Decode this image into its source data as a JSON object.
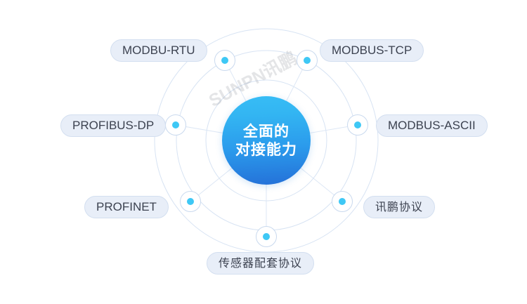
{
  "diagram": {
    "title": "全面的对接能力",
    "watermark": "SUNPN讯鹏",
    "hub": {
      "line1": "全面的",
      "line2": "对接能力",
      "color_top": "#37bdf6",
      "color_bottom": "#2470d8"
    },
    "colors": {
      "node_dot": "#3ec8f5",
      "node_border": "#c9d9ee",
      "ring": "#d7e3f3",
      "pill_bg": "#e8eef8",
      "pill_border": "#d3dff0",
      "pill_text": "#3c4250",
      "background": "#ffffff"
    },
    "protocols": [
      {
        "id": "modbu-rtu",
        "label": "MODBU-RTU",
        "script": "en"
      },
      {
        "id": "modbus-tcp",
        "label": "MODBUS-TCP",
        "script": "en"
      },
      {
        "id": "modbus-ascii",
        "label": "MODBUS-ASCII",
        "script": "en"
      },
      {
        "id": "xunpeng",
        "label": "讯鹏协议",
        "script": "cn"
      },
      {
        "id": "sensor",
        "label": "传感器配套协议",
        "script": "cn"
      },
      {
        "id": "profinet",
        "label": "PROFINET",
        "script": "en"
      },
      {
        "id": "profibus-dp",
        "label": "PROFIBUS-DP",
        "script": "en"
      }
    ]
  }
}
